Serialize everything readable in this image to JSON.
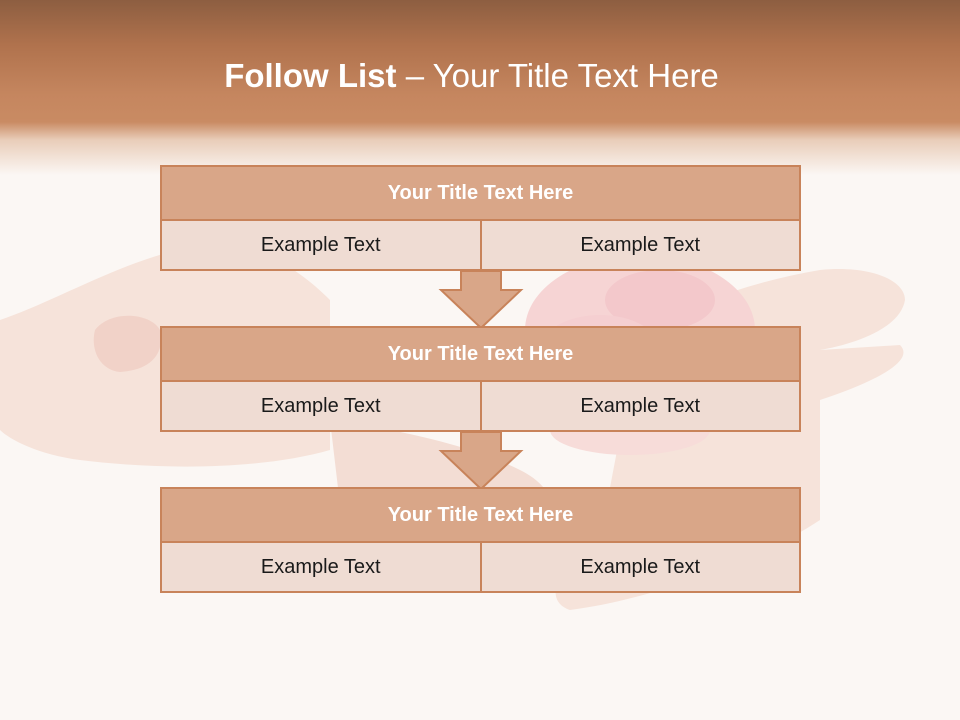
{
  "slide": {
    "title_bold": "Follow List",
    "title_rest": " – Your Title Text Here"
  },
  "blocks": [
    {
      "title": "Your Title Text Here",
      "cells": [
        "Example Text",
        "Example Text"
      ]
    },
    {
      "title": "Your Title Text Here",
      "cells": [
        "Example Text",
        "Example Text"
      ]
    },
    {
      "title": "Your Title Text Here",
      "cells": [
        "Example Text",
        "Example Text"
      ]
    }
  ],
  "colors": {
    "header": "#c5865f",
    "title_bar": "#d9a688",
    "cell_fill": "#efdcd3",
    "border": "#c8835a"
  }
}
